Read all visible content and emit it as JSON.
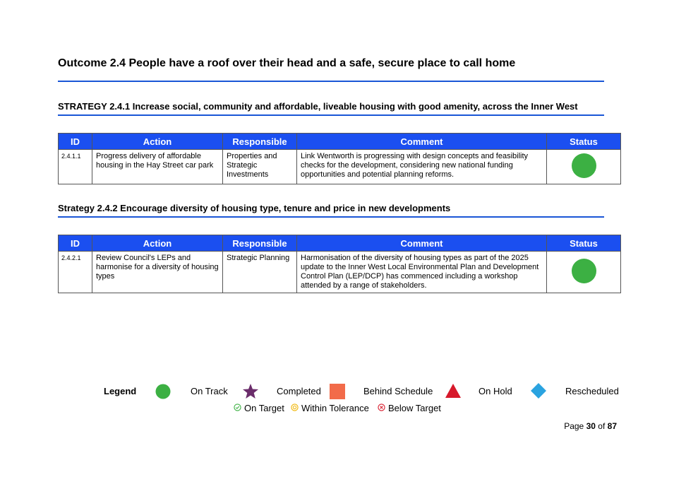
{
  "outcome": {
    "title": "Outcome 2.4 People have a roof over their head and a safe, secure place to call home"
  },
  "table_headers": {
    "id": "ID",
    "action": "Action",
    "responsible": "Responsible",
    "comment": "Comment",
    "status": "Status"
  },
  "strategies": [
    {
      "title": "STRATEGY 2.4.1 Increase social, community and affordable, liveable housing with good amenity, across the Inner West",
      "rows": [
        {
          "id": "2.4.1.1",
          "action": "Progress delivery of affordable housing in the Hay Street car park",
          "responsible": "Properties and Strategic Investments",
          "comment": "Link Wentworth is progressing with design concepts and feasibility checks for the development, considering new national funding opportunities and potential planning reforms.",
          "status": "On Track"
        }
      ]
    },
    {
      "title": "Strategy 2.4.2 Encourage diversity of housing type, tenure and price in new developments",
      "rows": [
        {
          "id": "2.4.2.1",
          "action": "Review Council's LEPs and harmonise for a diversity of housing types",
          "responsible": "Strategic Planning",
          "comment": "Harmonisation of the diversity of housing types as part of the 2025 update to the Inner West Local Environmental Plan and Development Control Plan (LEP/DCP) has commenced including a workshop attended by a range of stakeholders.",
          "status": "On Track"
        }
      ]
    }
  ],
  "legend": {
    "label": "Legend",
    "items": [
      {
        "label": "On Track",
        "icon": "green-circle-icon",
        "color": "#3cb043"
      },
      {
        "label": "Completed",
        "icon": "purple-star-icon",
        "color": "#6b2d6b"
      },
      {
        "label": "Behind Schedule",
        "icon": "orange-square-icon",
        "color": "#f26b4a"
      },
      {
        "label": "On Hold",
        "icon": "red-triangle-icon",
        "color": "#d7192b"
      },
      {
        "label": "Rescheduled",
        "icon": "blue-diamond-icon",
        "color": "#2aa3e0"
      }
    ],
    "targets": [
      {
        "label": "On Target",
        "icon": "check-circle-icon",
        "color": "#3cb043"
      },
      {
        "label": "Within Tolerance",
        "icon": "tolerance-circle-icon",
        "color": "#f0b400"
      },
      {
        "label": "Below Target",
        "icon": "x-circle-icon",
        "color": "#d7192b"
      }
    ]
  },
  "page": {
    "prefix": "Page",
    "current": "30",
    "of": "of",
    "total": "87"
  },
  "colors": {
    "header_blue": "#1b4ff0",
    "rule_blue": "#1a56d6",
    "on_track_green": "#3cb043"
  }
}
